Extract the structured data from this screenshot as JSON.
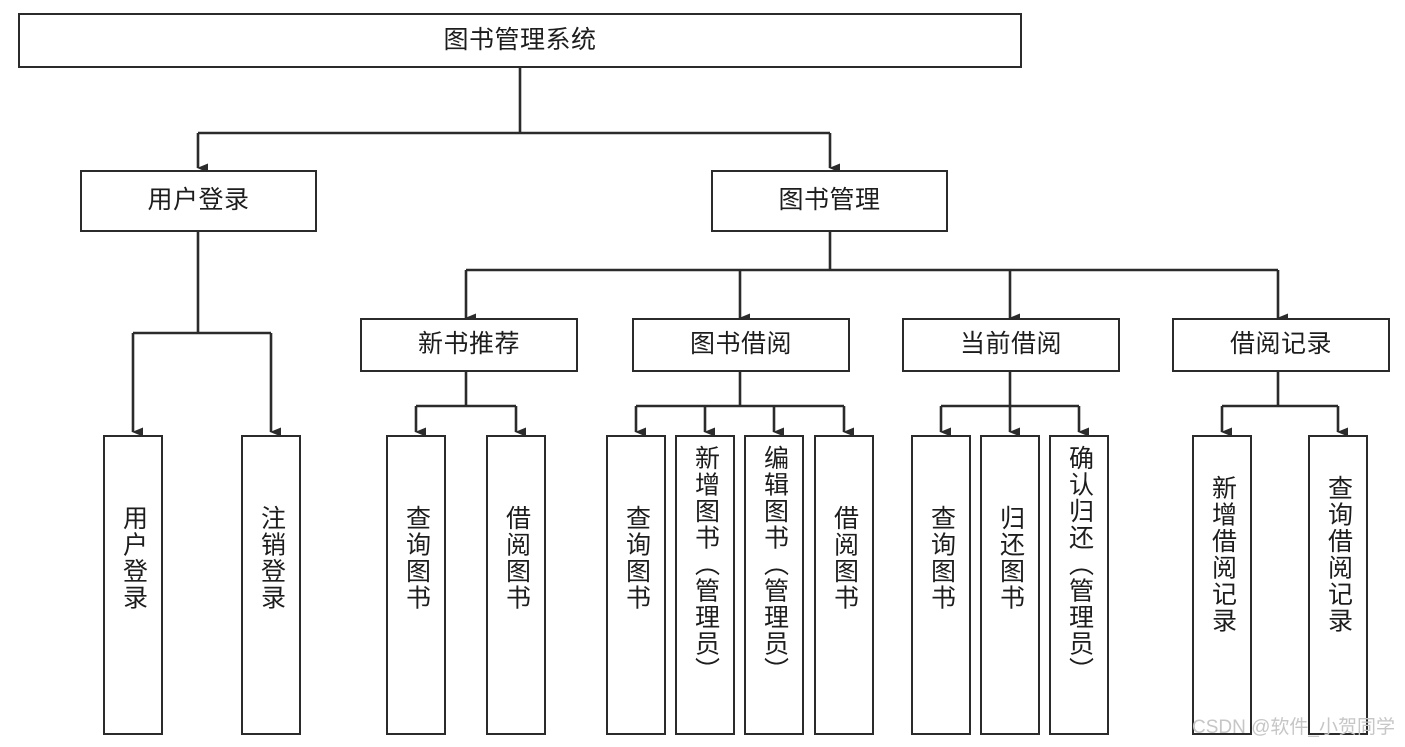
{
  "diagram": {
    "title": "图书管理系统",
    "type": "hierarchy-tree",
    "watermark": "CSDN @软件_小贺同学",
    "colors": {
      "background": "#ffffff",
      "box_border": "#2b2b2b",
      "box_fill": "#ffffff",
      "text": "#1d1d1d",
      "edge": "#2b2b2b",
      "watermark": "#c6c6c6"
    },
    "levels": {
      "level1": [
        {
          "id": "root",
          "label": "图书管理系统",
          "orientation": "horizontal"
        }
      ],
      "level2": [
        {
          "id": "user-login",
          "label": "用户登录",
          "orientation": "horizontal",
          "parent": "root"
        },
        {
          "id": "book-manage",
          "label": "图书管理",
          "orientation": "horizontal",
          "parent": "root"
        }
      ],
      "level3": [
        {
          "id": "new-book-rec",
          "label": "新书推荐",
          "orientation": "horizontal",
          "parent": "book-manage"
        },
        {
          "id": "book-borrow",
          "label": "图书借阅",
          "orientation": "horizontal",
          "parent": "book-manage"
        },
        {
          "id": "current-borrow",
          "label": "当前借阅",
          "orientation": "horizontal",
          "parent": "book-manage"
        },
        {
          "id": "borrow-record",
          "label": "借阅记录",
          "orientation": "horizontal",
          "parent": "book-manage"
        }
      ],
      "level4": [
        {
          "id": "leaf-user-login",
          "label": "用户登录",
          "orientation": "vertical",
          "parent": "user-login"
        },
        {
          "id": "leaf-user-logout",
          "label": "注销登录",
          "orientation": "vertical",
          "parent": "user-login"
        },
        {
          "id": "leaf-query-book-1",
          "label": "查询图书",
          "orientation": "vertical",
          "parent": "new-book-rec"
        },
        {
          "id": "leaf-borrow-book-1",
          "label": "借阅图书",
          "orientation": "vertical",
          "parent": "new-book-rec"
        },
        {
          "id": "leaf-query-book-2",
          "label": "查询图书",
          "orientation": "vertical",
          "parent": "book-borrow"
        },
        {
          "id": "leaf-add-book",
          "label": "新增图书（管理员）",
          "orientation": "vertical",
          "parent": "book-borrow"
        },
        {
          "id": "leaf-edit-book",
          "label": "编辑图书（管理员）",
          "orientation": "vertical",
          "parent": "book-borrow"
        },
        {
          "id": "leaf-borrow-book-2",
          "label": "借阅图书",
          "orientation": "vertical",
          "parent": "book-borrow"
        },
        {
          "id": "leaf-query-book-3",
          "label": "查询图书",
          "orientation": "vertical",
          "parent": "current-borrow"
        },
        {
          "id": "leaf-return-book",
          "label": "归还图书",
          "orientation": "vertical",
          "parent": "current-borrow"
        },
        {
          "id": "leaf-confirm-return",
          "label": "确认归还（管理员）",
          "orientation": "vertical",
          "parent": "current-borrow"
        },
        {
          "id": "leaf-add-record",
          "label": "新增借阅记录",
          "orientation": "vertical",
          "parent": "borrow-record"
        },
        {
          "id": "leaf-query-record",
          "label": "查询借阅记录",
          "orientation": "vertical",
          "parent": "borrow-record"
        }
      ]
    }
  }
}
